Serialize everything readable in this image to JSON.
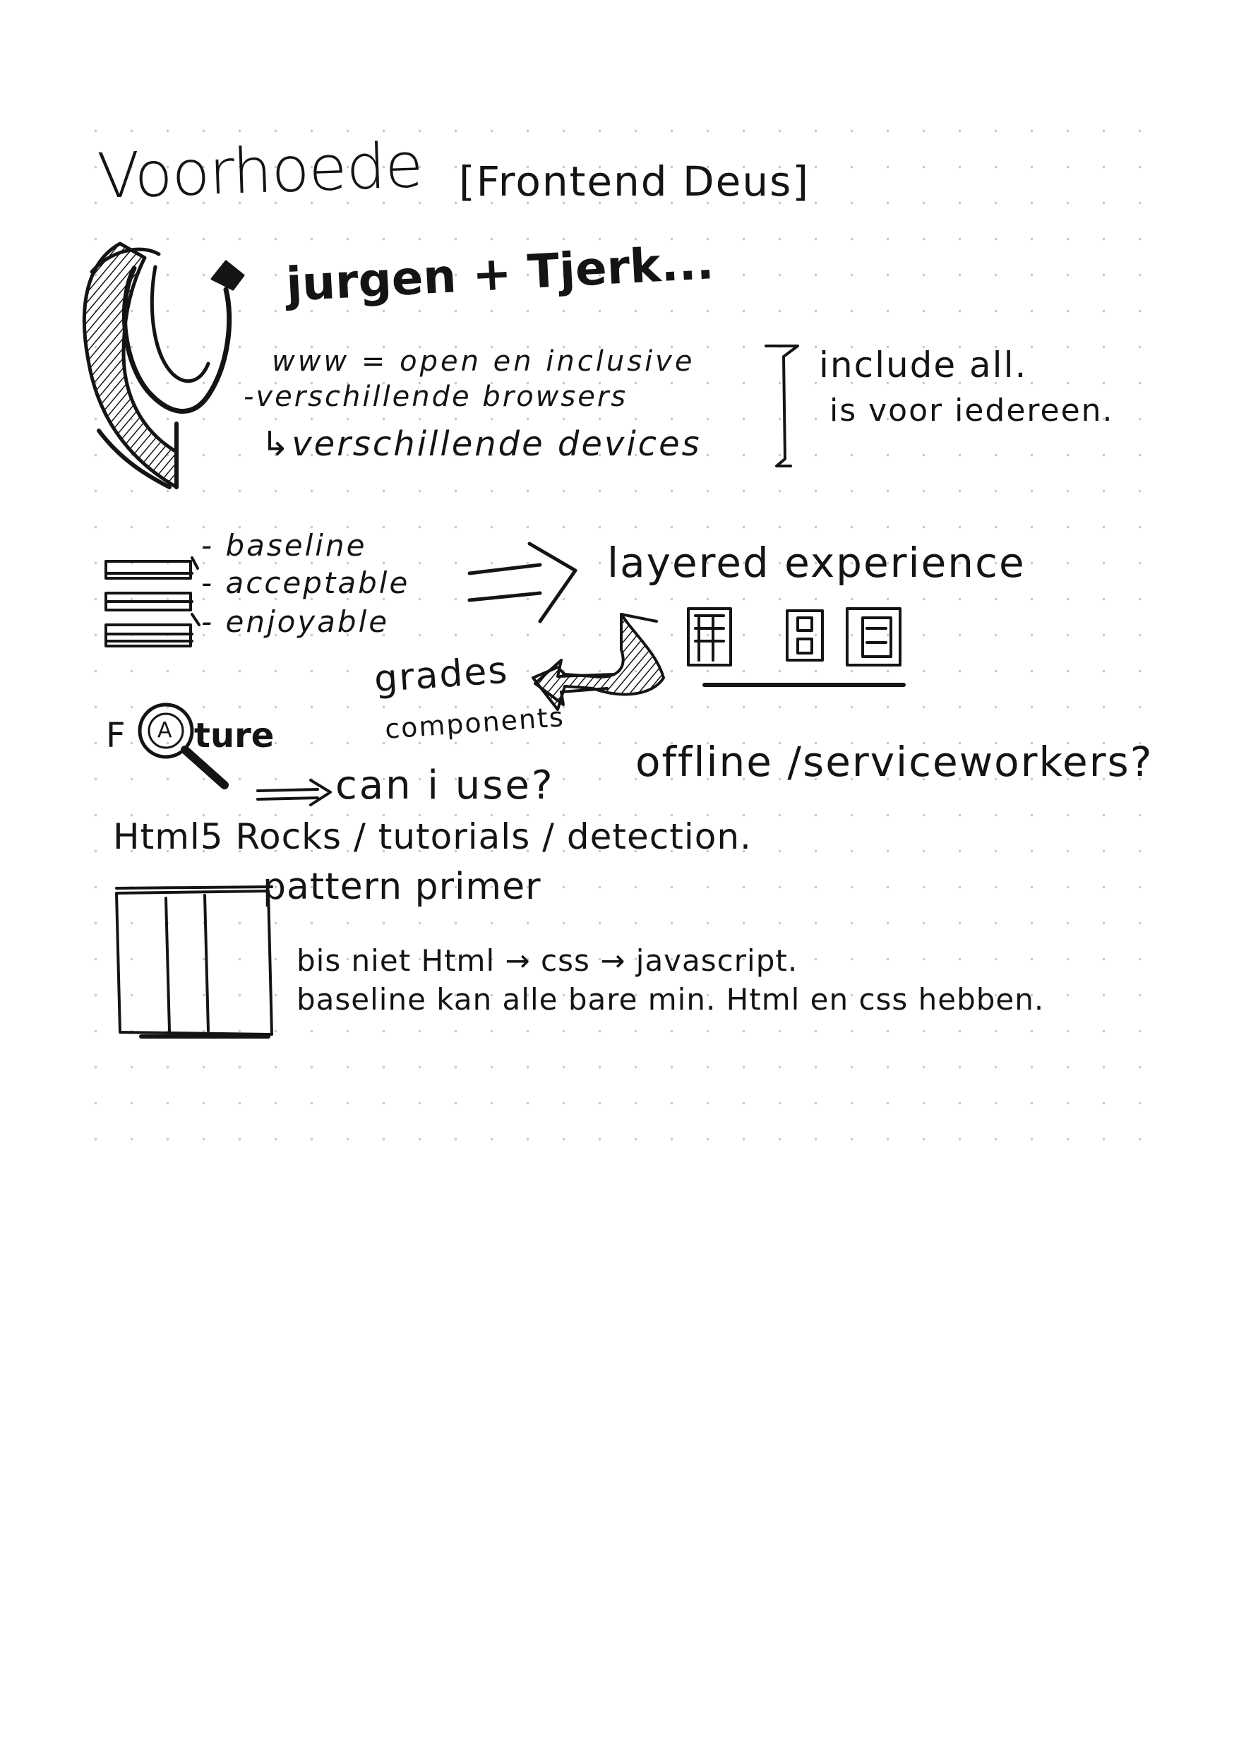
{
  "header": {
    "title": "Voorhoede",
    "course": "[Frontend Deus]",
    "speakers": "jurgen + Tjerk..."
  },
  "principles": {
    "line1": "www = open en inclusive",
    "line2": "-verschillende browsers",
    "line3": "↳verschillende devices",
    "side1": "include all.",
    "side2": "is voor iedereen."
  },
  "layers": {
    "items": [
      "- baseline",
      "- acceptable",
      "- enjoyable"
    ],
    "result": "layered experience"
  },
  "features": {
    "grades": "grades",
    "components": "components",
    "feature_prefix": "F",
    "feature_badge": "A",
    "feature_suffix": "ture",
    "can_i_use": "can i use?",
    "offline": "offline /serviceworkers?",
    "resources": "Html5 Rocks / tutorials / detection."
  },
  "pattern": {
    "title": "pattern primer",
    "line1": "bis niet Html → css → javascript.",
    "line2": "baseline kan alle bare min. Html en css hebben."
  },
  "colors": {
    "ink": "#141414",
    "paper": "#ffffff",
    "grid_dot": "#c9c9c9"
  }
}
